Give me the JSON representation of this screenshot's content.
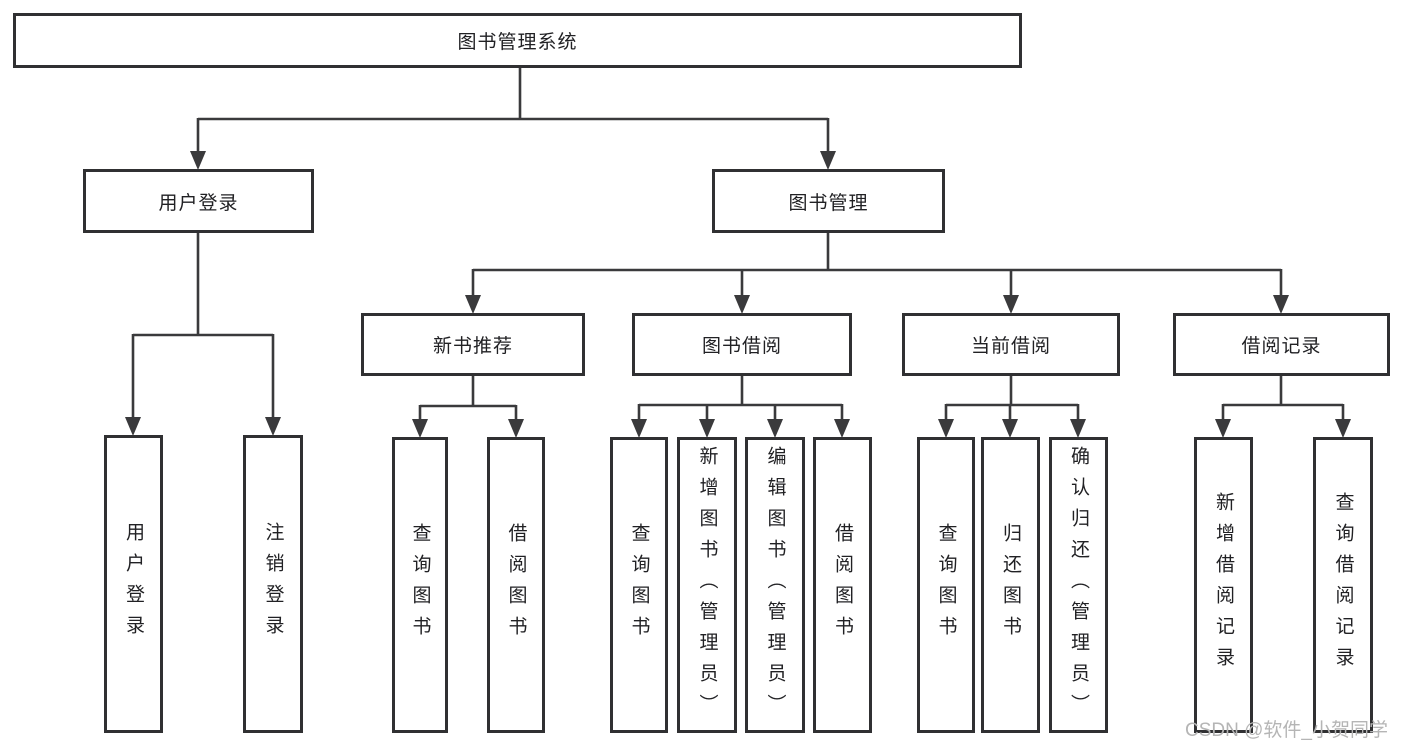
{
  "diagram": {
    "root": {
      "label": "图书管理系统"
    },
    "branches": [
      {
        "label": "用户登录",
        "children": [
          "用户登录",
          "注销登录"
        ]
      },
      {
        "label": "图书管理",
        "children": [
          {
            "label": "新书推荐",
            "children": [
              "查询图书",
              "借阅图书"
            ]
          },
          {
            "label": "图书借阅",
            "children": [
              "查询图书",
              "新增图书（管理员）",
              "编辑图书（管理员）",
              "借阅图书"
            ]
          },
          {
            "label": "当前借阅",
            "children": [
              "查询图书",
              "归还图书",
              "确认归还（管理员）"
            ]
          },
          {
            "label": "借阅记录",
            "children": [
              "新增借阅记录",
              "查询借阅记录"
            ]
          }
        ]
      }
    ],
    "colors": {
      "line": "#3a3a3c",
      "border": "#303032",
      "text": "#212124",
      "watermark": "#b5b5b5",
      "background": "#ffffff"
    },
    "watermark": "CSDN @软件_小贺同学"
  }
}
